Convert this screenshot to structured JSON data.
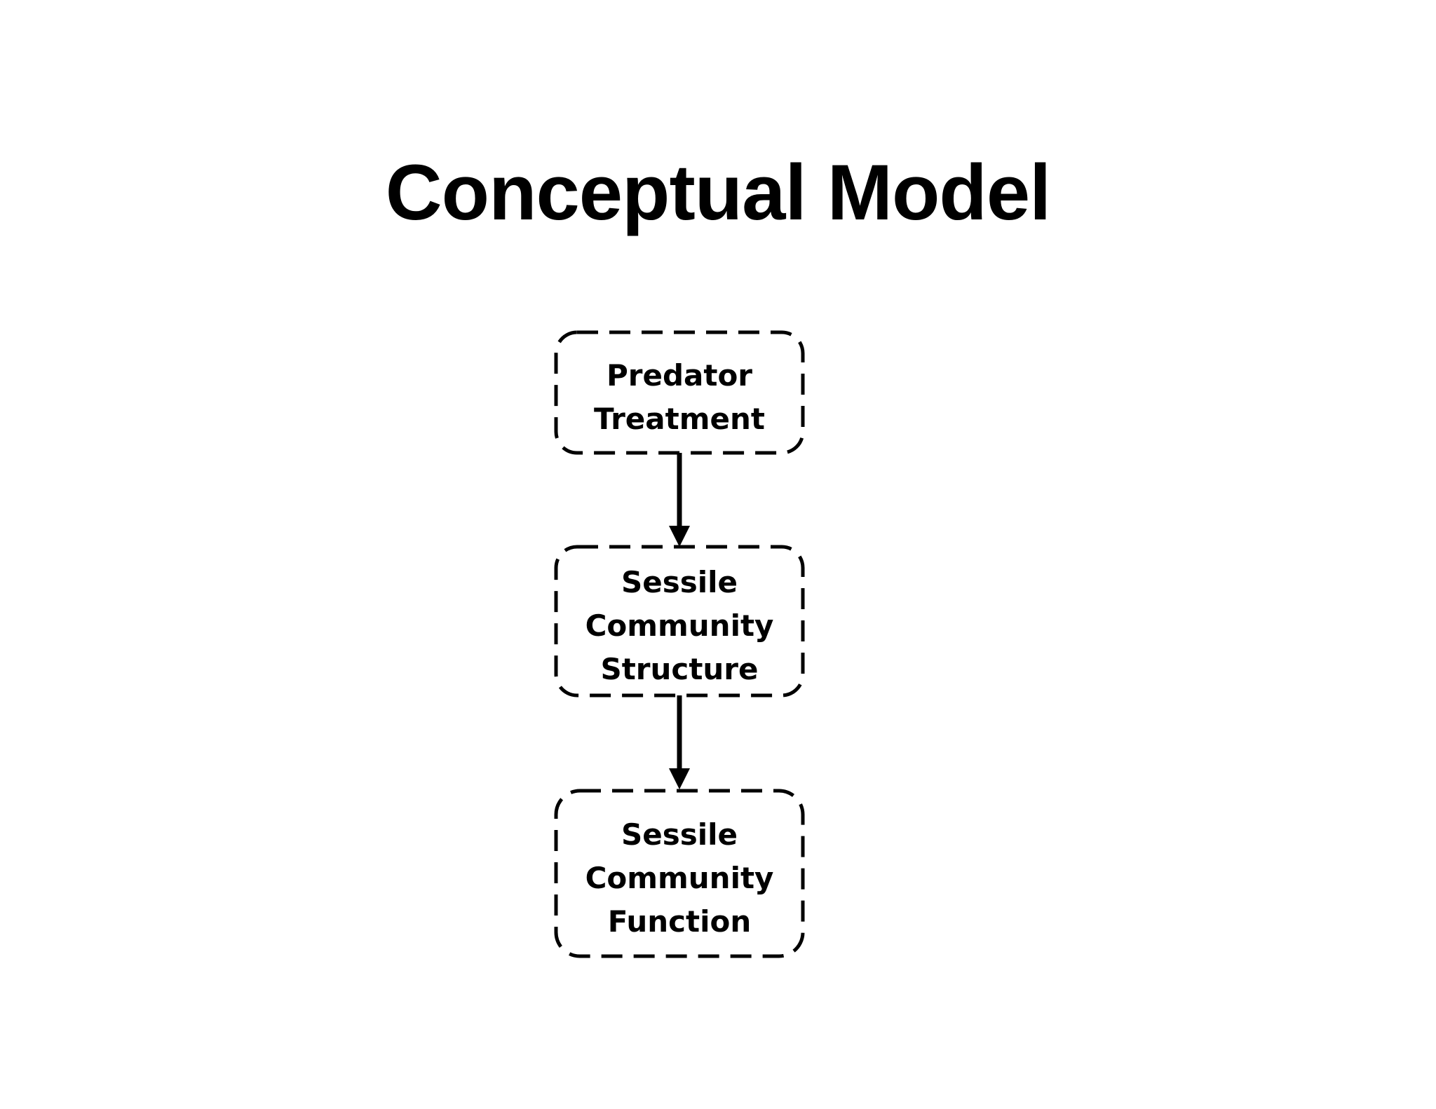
{
  "slide": {
    "title": "Conceptual Model"
  },
  "nodes": [
    {
      "id": "predator-treatment",
      "lines": [
        "Predator",
        "Treatment"
      ]
    },
    {
      "id": "community-structure",
      "lines": [
        "Sessile",
        "Community",
        "Structure"
      ]
    },
    {
      "id": "community-function",
      "lines": [
        "Sessile",
        "Community",
        "Function"
      ]
    }
  ],
  "edges": [
    {
      "from": "predator-treatment",
      "to": "community-structure"
    },
    {
      "from": "community-structure",
      "to": "community-function"
    }
  ],
  "colors": {
    "background": "#ffffff",
    "stroke": "#000000",
    "text": "#000000"
  }
}
